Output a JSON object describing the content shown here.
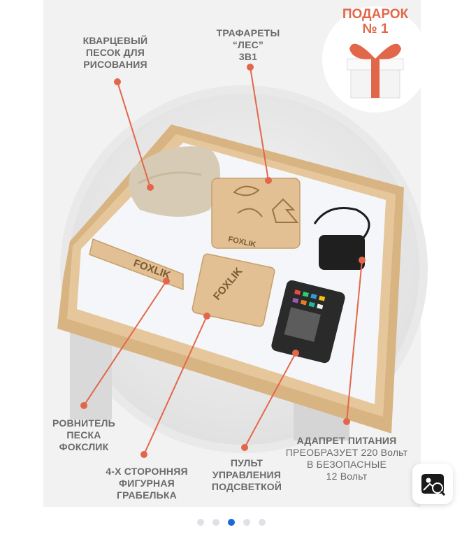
{
  "gift": {
    "line1": "ПОДАРОК",
    "line2": "№ 1"
  },
  "labels": {
    "sand": [
      "КВАРЦЕВЫЙ",
      "ПЕСОК ДЛЯ",
      "РИСОВАНИЯ"
    ],
    "stencils": [
      "ТРАФАРЕТЫ",
      "“ЛЕС”",
      "3В1"
    ],
    "leveler": [
      "РОВНИТЕЛЬ",
      "ПЕСКА",
      "ФОКСЛИК"
    ],
    "rake": [
      "4-Х СТОРОННЯЯ",
      "ФИГУРНАЯ",
      "ГРАБЕЛЬКА"
    ],
    "remote": [
      "ПУЛЬТ",
      "УПРАВЛЕНИЯ",
      "ПОДСВЕТКОЙ"
    ],
    "adapter": {
      "title": "АДАПРЕТ ПИТАНИЯ",
      "lines": [
        "ПРЕОБРАЗУЕТ 220 Вольт",
        "В БЕЗОПАСНЫЕ",
        "12 Вольт"
      ]
    }
  },
  "logo_text": "FOXLIK",
  "carousel": {
    "count": 5,
    "active": 2
  },
  "colors": {
    "accent": "#e2674a",
    "dot_active": "#1c66e0",
    "dot": "#dfe1e8",
    "label": "#6a6a6a"
  },
  "icons": {
    "fab": "visual-search-icon"
  }
}
